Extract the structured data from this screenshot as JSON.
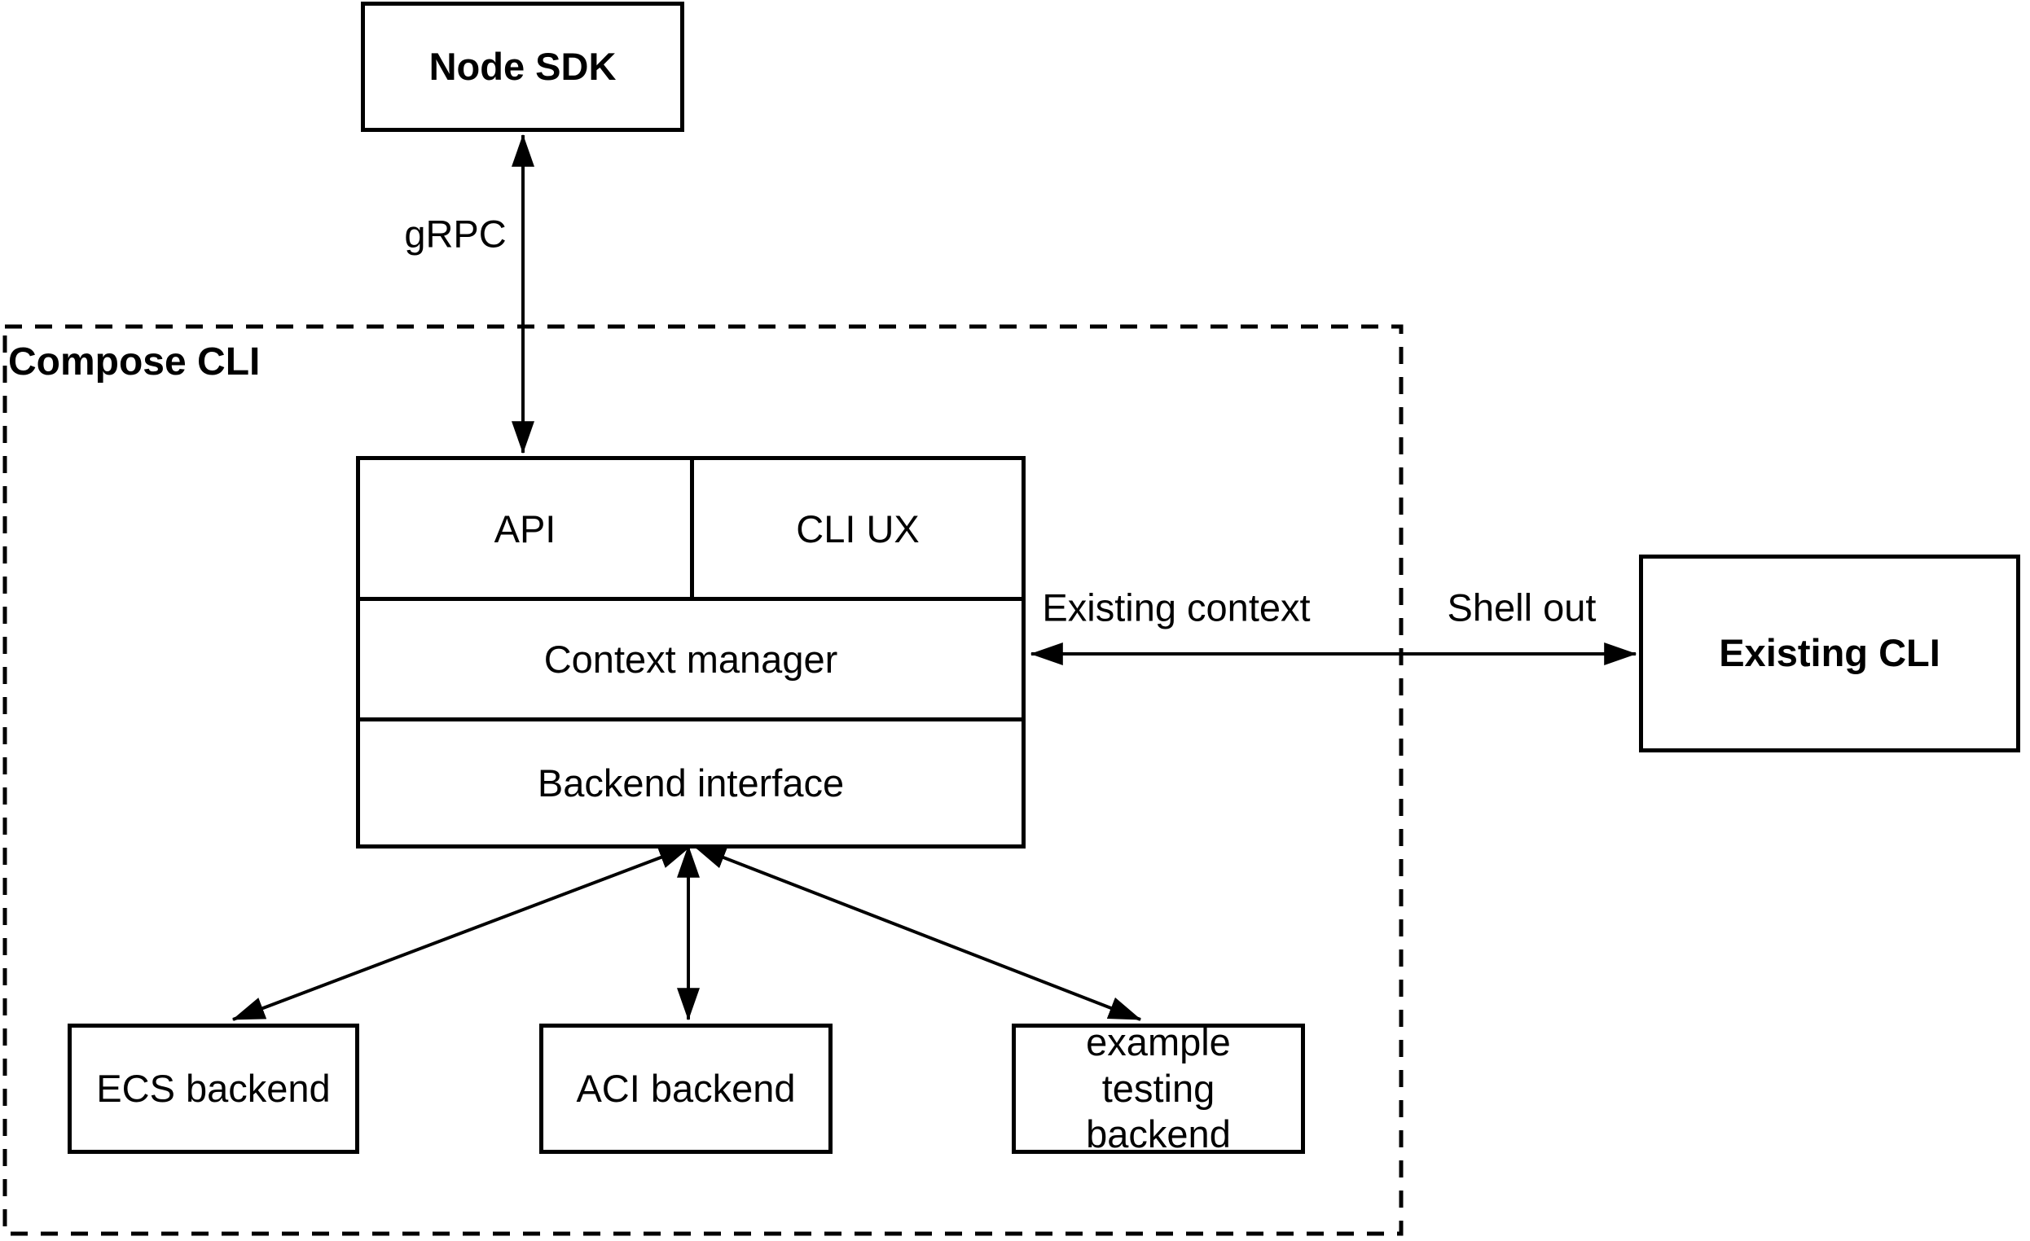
{
  "diagram": {
    "nodes": {
      "node_sdk": {
        "label": "Node SDK"
      },
      "compose_cli": {
        "label": "Compose CLI"
      },
      "api": {
        "label": "API"
      },
      "cli_ux": {
        "label": "CLI UX"
      },
      "context_manager": {
        "label": "Context manager"
      },
      "backend_interface": {
        "label": "Backend interface"
      },
      "existing_cli": {
        "label": "Existing CLI"
      },
      "ecs_backend": {
        "label": "ECS backend"
      },
      "aci_backend": {
        "label": "ACI backend"
      },
      "example_testing_backend": {
        "label": "example testing backend"
      }
    },
    "edges": {
      "grpc": {
        "label": "gRPC"
      },
      "existing_context": {
        "label": "Existing context"
      },
      "shell_out": {
        "label": "Shell out"
      }
    },
    "colors": {
      "stroke": "#000000",
      "background": "#ffffff"
    }
  }
}
